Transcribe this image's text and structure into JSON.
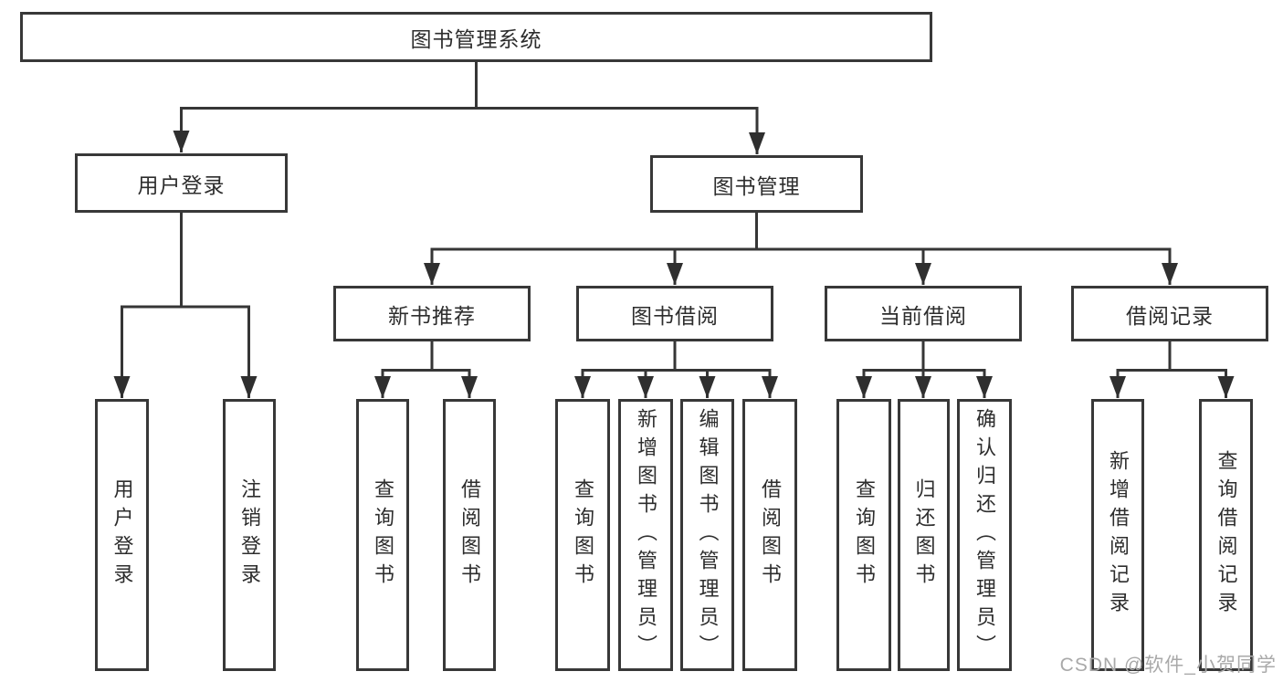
{
  "colors": {
    "background": "#ffffff",
    "line": "#363636",
    "box_border": "#383838",
    "text": "#2d2d2d",
    "watermark": "#a9a9a9"
  },
  "watermark": {
    "text": "CSDN @软件_小贺同学"
  },
  "tree": {
    "root": {
      "label": "图书管理系统"
    },
    "level2": [
      {
        "id": "user-login",
        "label": "用户登录"
      },
      {
        "id": "book-management",
        "label": "图书管理"
      }
    ],
    "level3": [
      {
        "id": "new-book-recommend",
        "label": "新书推荐"
      },
      {
        "id": "book-borrowing",
        "label": "图书借阅"
      },
      {
        "id": "current-borrowing",
        "label": "当前借阅"
      },
      {
        "id": "borrowing-records",
        "label": "借阅记录"
      }
    ],
    "leaves": {
      "user_login": [
        "用户登录",
        "注销登录"
      ],
      "new_book_recommend": [
        "查询图书",
        "借阅图书"
      ],
      "book_borrowing": [
        "查询图书",
        "新增图书（管理员）",
        "编辑图书（管理员）",
        "借阅图书"
      ],
      "current_borrowing": [
        "查询图书",
        "归还图书",
        "确认归还（管理员）"
      ],
      "borrowing_records": [
        "新增借阅记录",
        "查询借阅记录"
      ]
    }
  }
}
